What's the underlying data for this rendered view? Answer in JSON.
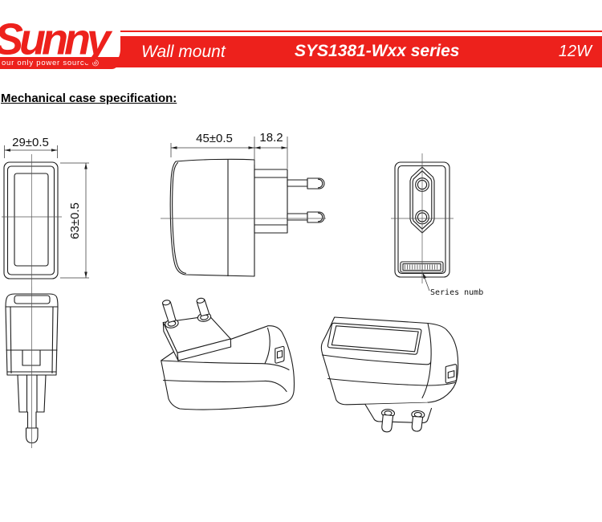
{
  "header": {
    "logo": {
      "brand": "Sunny",
      "tagline": "our only power source",
      "tagline_icon": "◎"
    },
    "banner": {
      "product_type": "Wall mount",
      "series": "SYS1381-Wxx series",
      "wattage": "12W"
    },
    "accent_red": "#ed211c"
  },
  "section_title": "Mechanical case specification:",
  "views": {
    "front": {
      "width_dim": "29±0.5",
      "height_dim": "63±0.5"
    },
    "side": {
      "body_depth_dim": "45±0.5",
      "plug_depth_dim": "18.2"
    },
    "back": {
      "series_label": "Series numb"
    }
  }
}
